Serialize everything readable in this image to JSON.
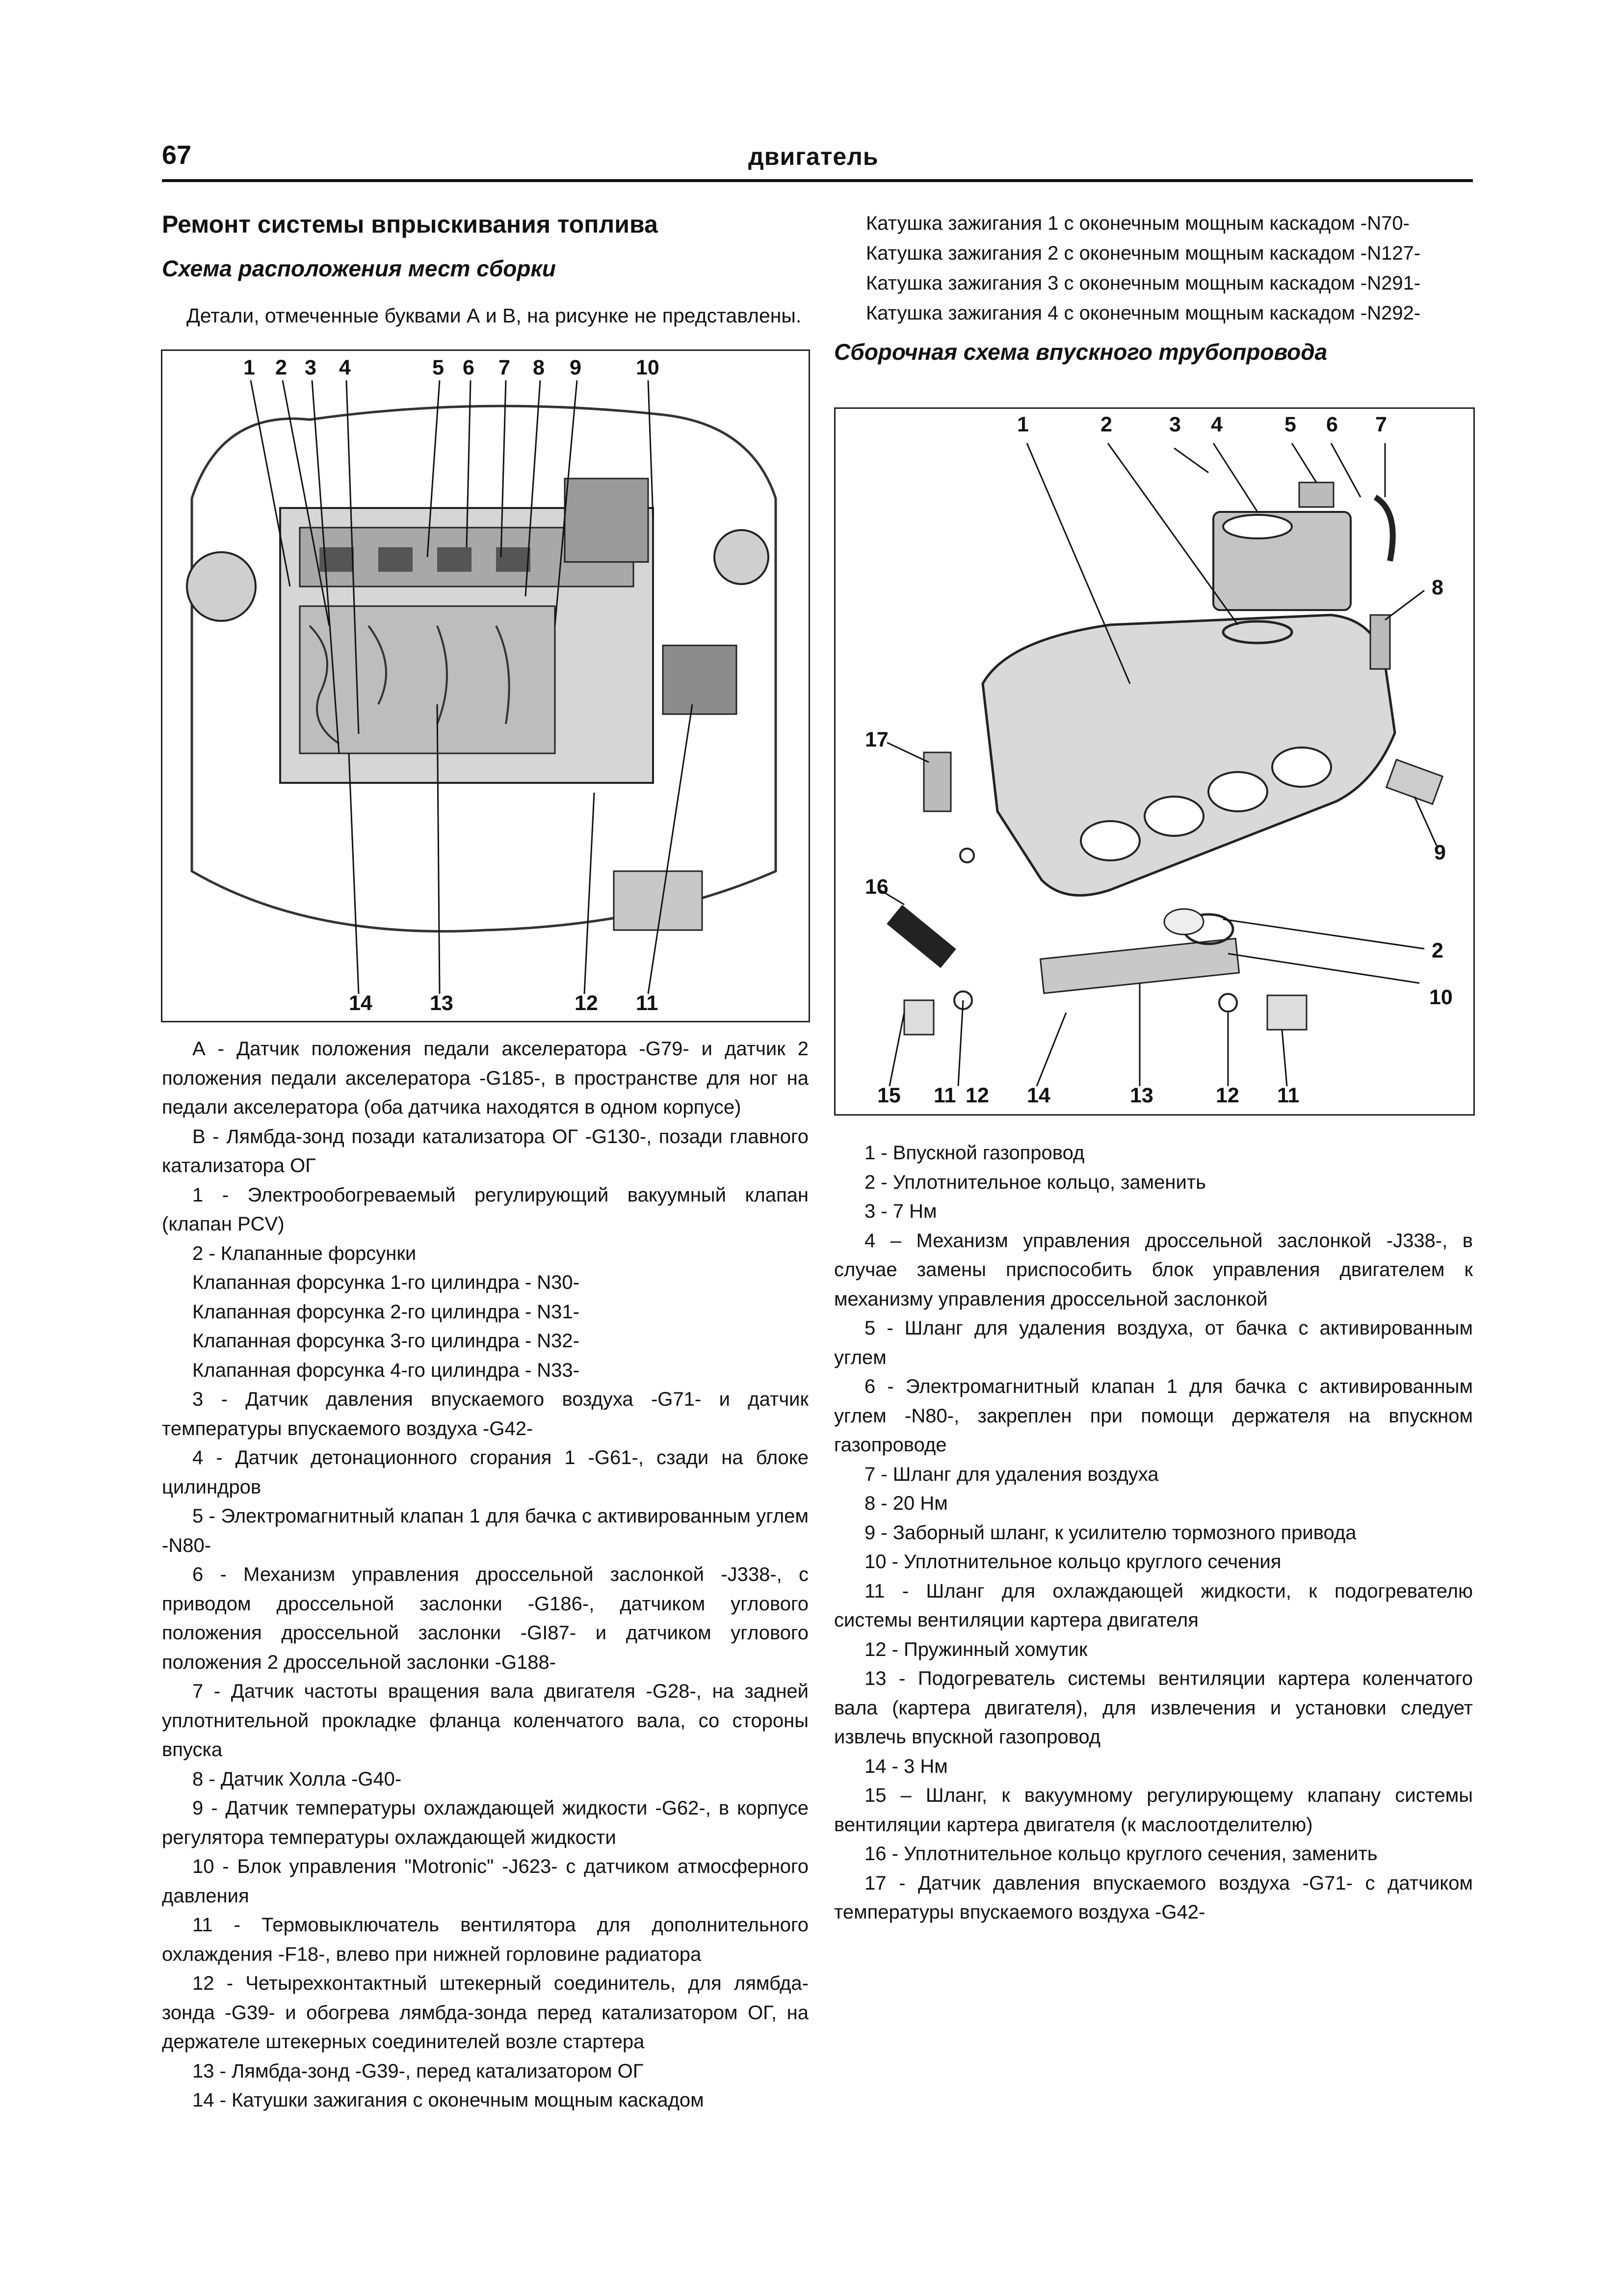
{
  "header": {
    "page_number": "67",
    "running_title": "двигатель"
  },
  "left": {
    "section_title": "Ремонт системы впрыскивания топлива",
    "subsection_title": "Схема расположения мест сборки",
    "note": "Детали, отмеченные буквами А и В, на рисунке не представлены.",
    "figure_callouts_top": [
      "1",
      "2",
      "3",
      "4",
      "5",
      "6",
      "7",
      "8",
      "9",
      "10"
    ],
    "figure_callouts_bottom": [
      "14",
      "13",
      "12",
      "11"
    ],
    "paragraphs": [
      "А - Датчик положения педали акселератора -G79- и датчик 2 положения педали акселератора -G185-, в пространстве для ног на педали акселератора (оба датчика находятся в одном корпусе)",
      "В - Лямбда-зонд позади катализатора ОГ -G130-, позади главного катализатора ОГ",
      "1 - Электрообогреваемый регулирующий вакуумный клапан (клапан PCV)",
      "2 - Клапанные форсунки",
      "Клапанная форсунка 1-го цилиндра - N30-",
      "Клапанная форсунка 2-го цилиндра - N31-",
      "Клапанная форсунка 3-го цилиндра - N32-",
      "Клапанная форсунка 4-го цилиндра - N33-",
      "3 - Датчик давления впускаемого воздуха -G71- и датчик температуры впускаемого воздуха -G42-",
      "4 - Датчик детонационного сгорания 1 -G61-, сзади на блоке цилиндров",
      "5 - Электромагнитный клапан 1 для бачка с активированным углем -N80-",
      "6 - Механизм управления дроссельной заслонкой -J338-, с приводом дроссельной заслонки -G186-, датчиком углового положения дроссельной заслонки -GI87- и датчиком углового положения 2 дроссельной заслонки -G188-",
      "7 - Датчик частоты вращения вала двигателя -G28-, на задней уплотнительной прокладке фланца коленчатого вала, со стороны впуска",
      "8 - Датчик Холла -G40-",
      "9 - Датчик температуры охлаждающей жидкости -G62-, в корпусе регулятора температуры охлаждающей жидкости",
      "10 - Блок управления \"Motronic\" -J623- с датчиком атмосферного давления",
      "11 - Термовыключатель вентилятора для дополнительного охлаждения -F18-, влево при нижней горловине радиатора",
      "12 - Четырехконтактный штекерный соединитель, для лямбда-зонда -G39- и обогрева лямбда-зонда перед катализатором ОГ, на держателе штекерных соединителей возле стартера",
      "13 - Лямбда-зонд -G39-, перед катализатором ОГ",
      "14 - Катушки зажигания с оконечным мощным каскадом"
    ]
  },
  "right": {
    "coil_lines": [
      "Катушка зажигания 1 с оконечным мощным каскадом -N70-",
      "Катушка зажигания 2 с оконечным мощным каскадом -N127-",
      "Катушка зажигания 3 с оконечным мощным каскадом -N291-",
      "Катушка зажигания 4 с оконечным мощным каскадом -N292-"
    ],
    "subsection_title": "Сборочная схема впускного трубопровода",
    "figure_callouts": {
      "top": [
        "1",
        "2",
        "3",
        "4",
        "5",
        "6",
        "7"
      ],
      "right": [
        "8",
        "9",
        "2",
        "10"
      ],
      "left": [
        "17",
        "16"
      ],
      "bottom": [
        "15",
        "11",
        "12",
        "14",
        "13",
        "12",
        "11"
      ]
    },
    "paragraphs": [
      "1 - Впускной газопровод",
      "2 - Уплотнительное кольцо, заменить",
      "3 - 7 Нм",
      "4 – Механизм управления дроссельной заслонкой -J338-, в случае замены приспособить блок управления двигателем к механизму управления дроссельной заслонкой",
      "5 - Шланг для удаления воздуха, от бачка с активированным углем",
      "6 - Электромагнитный клапан 1 для бачка с активированным углем -N80-, закреплен при помощи держателя на впускном газопроводе",
      "7 - Шланг для удаления воздуха",
      "8 - 20 Нм",
      "9 - Заборный шланг, к усилителю тормозного привода",
      "10 - Уплотнительное кольцо круглого сечения",
      "11 - Шланг для охлаждающей жидкости, к подогревателю системы вентиляции картера двигателя",
      "12 - Пружинный хомутик",
      "13 - Подогреватель системы вентиляции картера коленчатого вала (картера двигателя), для извлечения и установки следует извлечь впускной газопровод",
      "14 - 3 Нм",
      "15 – Шланг, к вакуумному регулирующему клапану системы вентиляции картера двигателя (к маслоотделителю)",
      "16 - Уплотнительное кольцо круглого сечения, заменить",
      "17 - Датчик давления впускаемого воздуха -G71- с датчиком температуры впускаемого воздуха -G42-"
    ]
  }
}
